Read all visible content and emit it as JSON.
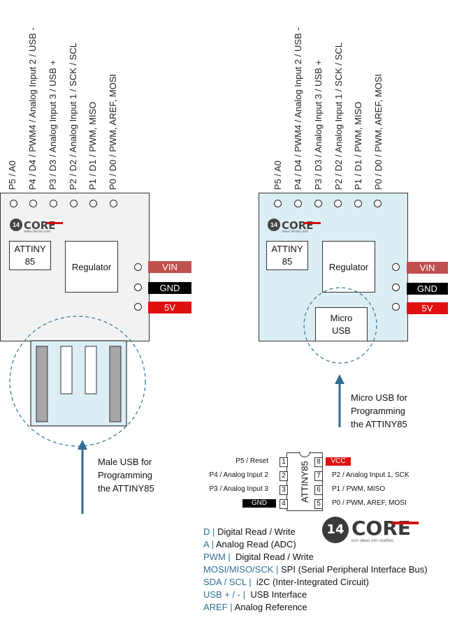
{
  "left_board": {
    "pin_labels": [
      "P5 / A0",
      "P4 / D4 / PWM4 / Analog Input 2 / USB -",
      "P3 / D3 / Analog Input 3 / USB +",
      "P2 / D2 / Analog Input 1 / SCK / SCL",
      "P1 / D1 / PWM, MISO",
      "P0 / D0 / PWM, AREF, MOSI"
    ],
    "chip_label": "ATTINY\n85",
    "regulator_label": "Regulator",
    "power_labels": [
      "VIN",
      "GND",
      "5V"
    ],
    "caption": "Male USB for\nProgramming\nthe ATTINY85"
  },
  "right_board": {
    "pin_labels": [
      "P5 / A0",
      "P4 / D4 / PWM4 / Analog Input 2 / USB -",
      "P3 / D3 / Analog Input 3 / USB +",
      "P2 / D2 / Analog Input 1 / SCK / SCL",
      "P1 / D1 / PWM, MISO",
      "P0 / D0 / PWM, AREF, MOSI"
    ],
    "chip_label": "ATTINY\n85",
    "regulator_label": "Regulator",
    "micro_usb_label": "Micro\nUSB",
    "power_labels": [
      "VIN",
      "GND",
      "5V"
    ],
    "caption": "Micro USB for\nProgramming\nthe ATTINY85"
  },
  "logo": {
    "num": "14",
    "word": "CORE",
    "url": "www.14core.com",
    "tagline": "turn ideas into realities"
  },
  "chip": {
    "name": "ATTINY85",
    "left_pins": [
      {
        "num": "1",
        "label": "P5 / Reset"
      },
      {
        "num": "2",
        "label": "P4 / Analog Input 2"
      },
      {
        "num": "3",
        "label": "P3 / Analog Input 3"
      },
      {
        "num": "4",
        "label": "GND"
      }
    ],
    "right_pins": [
      {
        "num": "8",
        "label": "VCC"
      },
      {
        "num": "7",
        "label": "P2 / Analog Input 1, SCK"
      },
      {
        "num": "6",
        "label": "P1 / PWM, MISO"
      },
      {
        "num": "5",
        "label": "P0 / PWM, AREF, MOSI"
      }
    ]
  },
  "legend": [
    {
      "key": "D |",
      "desc": "Digital Read / Write"
    },
    {
      "key": "A |",
      "desc": "Analog Read (ADC)"
    },
    {
      "key": "PWM |",
      "desc": "Digital Read / Write"
    },
    {
      "key": "MOSI/MISO/SCK |",
      "desc": "SPI (Serial Peripheral Interface Bus)"
    },
    {
      "key": "SDA / SCL |",
      "desc": "i2C (Inter-Integrated Circuit)"
    },
    {
      "key": "USB + / - |",
      "desc": "USB Interface"
    },
    {
      "key": "AREF |",
      "desc": "Analog Reference"
    }
  ],
  "colors": {
    "vin": "#c0504d",
    "gnd": "#000000",
    "v5": "#e01010",
    "teal": "#2f6f96",
    "board_left": "#f2f2f2",
    "board_right": "#dbeef4"
  }
}
